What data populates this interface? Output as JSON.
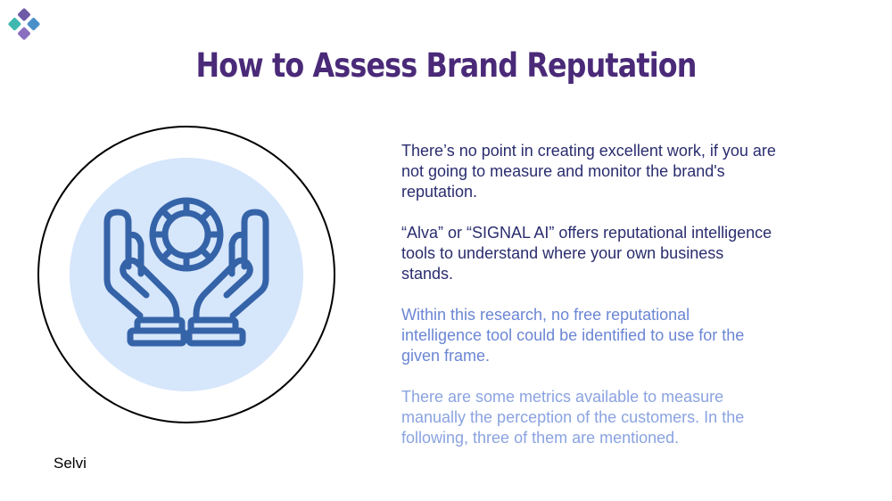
{
  "colors": {
    "title": "#4a2a78",
    "dark_text": "#2a2d6e",
    "medium_text": "#6b86d4",
    "light_text": "#8aa3e0",
    "circle_fill": "#d6e6fb",
    "icon_stroke": "#3563a8",
    "logo_purple": "#6f5aa8",
    "logo_blue": "#4a8fc9",
    "logo_teal": "#3fb8b0"
  },
  "slide": {
    "title": "How to Assess Brand Reputation",
    "paragraphs": [
      {
        "text": "There’s no point in creating excellent work, if you are\nnot going to measure and monitor the brand's\nreputation.",
        "tone": "dark"
      },
      {
        "text": "“Alva” or “SIGNAL AI” offers reputational intelligence\ntools to understand where your own business\nstands.",
        "tone": "dark"
      },
      {
        "text": "Within this research, no free reputational\nintelligence tool could be identified to use for the\ngiven frame.",
        "tone": "medium"
      },
      {
        "text": "There are some metrics available to measure\nmanually the perception of the customers.  In the\nfollowing, three of them are mentioned.",
        "tone": "light"
      }
    ],
    "footer": "Selvi"
  },
  "icons": {
    "logo": "diamond-cluster-logo",
    "illustration": "hands-holding-globe-icon"
  }
}
